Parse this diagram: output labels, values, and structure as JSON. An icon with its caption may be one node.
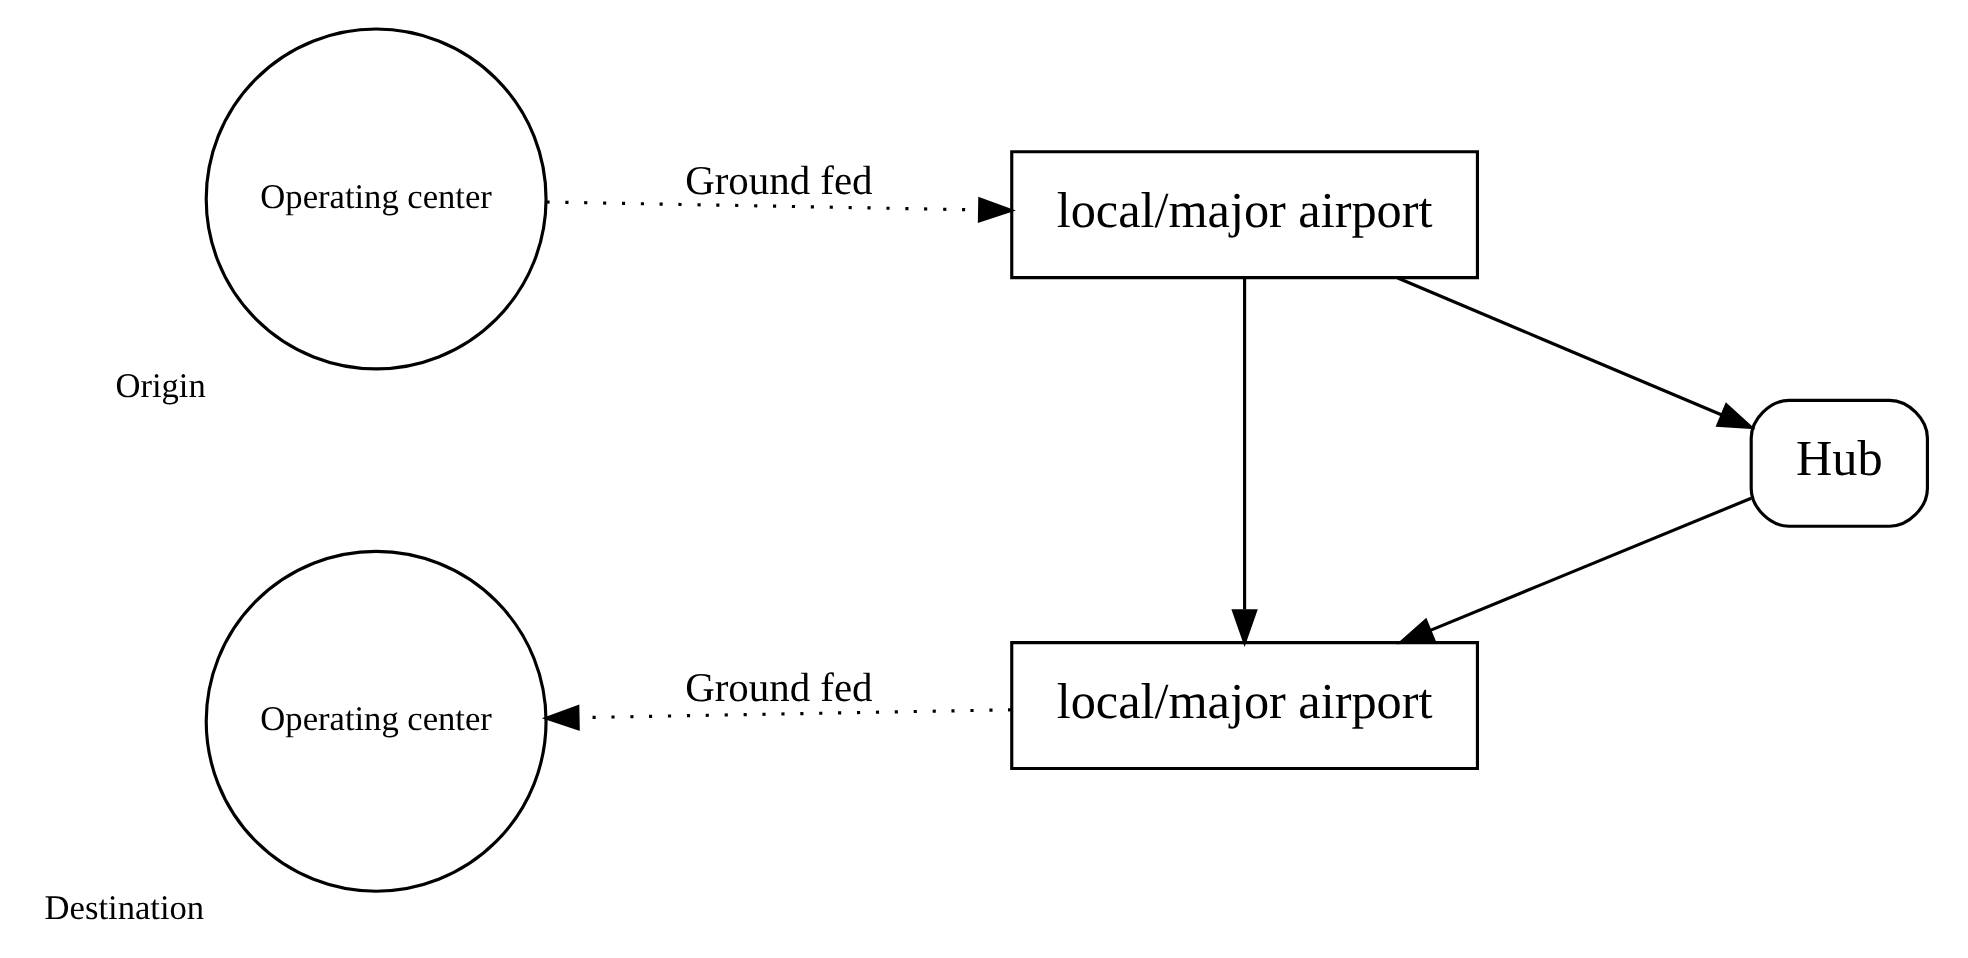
{
  "diagram": {
    "nodes": [
      {
        "text": [
          "Operating center"
        ],
        "beside": [
          "Origin"
        ]
      },
      {
        "text": [
          "local/major airport"
        ]
      },
      {
        "text": [
          "Hub"
        ]
      },
      {
        "text": [
          "local/major airport"
        ]
      },
      {
        "text": [
          "Operating center"
        ],
        "beside": [
          "Destination"
        ]
      }
    ],
    "edges": [
      {
        "from": 0,
        "to": 1,
        "arrow": "to",
        "label": "Ground fed",
        "style": "dashed"
      },
      {
        "from": 1,
        "to": 2,
        "arrow": "to"
      },
      {
        "from": 1,
        "to": 3,
        "arrow": "to"
      },
      {
        "from": 2,
        "to": 3,
        "arrow": "to"
      },
      {
        "from": 3,
        "to": 4,
        "arrow": "to",
        "label": "Ground fed",
        "style": "dashed"
      }
    ]
  }
}
